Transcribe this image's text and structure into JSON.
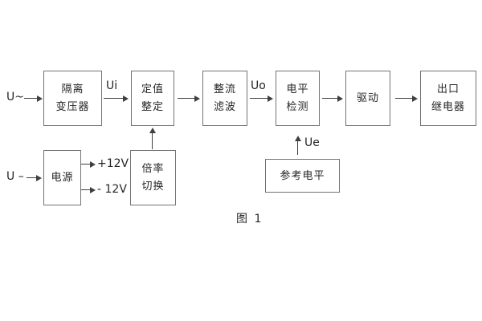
{
  "figure": {
    "caption": "图 1",
    "colors": {
      "background": "#ffffff",
      "box_border": "#737373",
      "arrow": "#3f3f3f",
      "text": "#262626"
    },
    "inputs": {
      "ac_label": "U~",
      "dc_label": "U –"
    },
    "signal_labels": {
      "ui": "Ui",
      "uo": "Uo",
      "ue": "Ue",
      "plus12v": "+12V",
      "minus12v": "- 12V"
    },
    "blocks": {
      "isolation_transformer": {
        "line1": "隔离",
        "line2": "变压器"
      },
      "setting_adjust": {
        "line1": "定值",
        "line2": "整定"
      },
      "rectifier_filter": {
        "line1": "整流",
        "line2": "滤波"
      },
      "level_detect": {
        "line1": "电平",
        "line2": "检测"
      },
      "driver": {
        "line1": "驱动"
      },
      "output_relay": {
        "line1": "出口",
        "line2": "继电器"
      },
      "power_supply": {
        "line1": "电源"
      },
      "ratio_switch": {
        "line1": "倍率",
        "line2": "切换"
      },
      "reference_level": {
        "line1": "参考电平"
      }
    }
  }
}
